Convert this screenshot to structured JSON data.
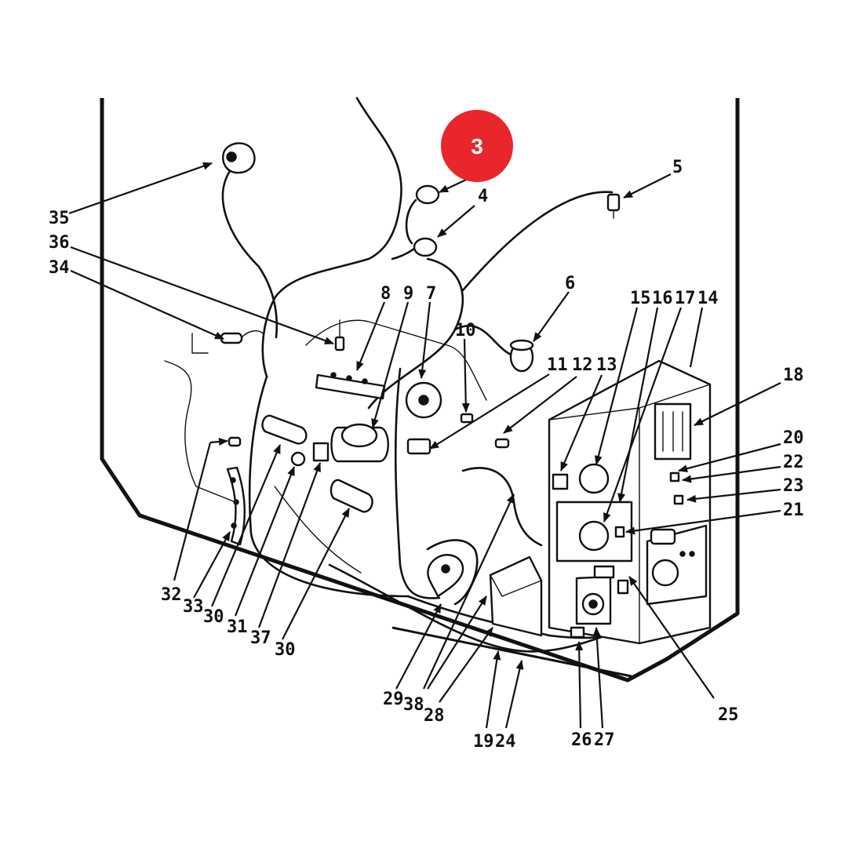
{
  "badge": {
    "label": "3",
    "color": "#e8262c"
  },
  "callouts": {
    "c1": "35",
    "c2": "36",
    "c3": "34",
    "c4": "4",
    "c5": "5",
    "c6": "6",
    "c7": "8",
    "c8": "9",
    "c9": "7",
    "c10": "10",
    "c11": "11",
    "c12": "12",
    "c13": "13",
    "c14": "15",
    "c15": "16",
    "c16": "17",
    "c17": "14",
    "c18": "18",
    "c19": "20",
    "c20": "22",
    "c21": "23",
    "c22": "21",
    "c23": "32",
    "c24": "33",
    "c25": "30",
    "c26": "31",
    "c27": "37",
    "c28": "30",
    "c29": "29",
    "c30": "38",
    "c31": "28",
    "c32": "19",
    "c33": "24",
    "c34": "26",
    "c35": "27",
    "c36": "25"
  },
  "icons": {
    "arrowhead": "arrowhead-icon"
  }
}
